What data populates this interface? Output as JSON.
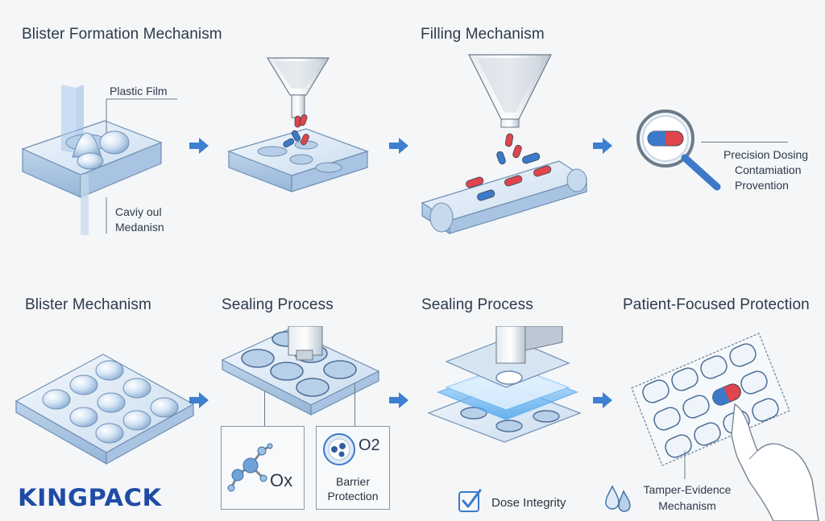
{
  "sections": {
    "blister_formation": {
      "title": "Blister Formation Mechanism",
      "plastic_film": "Plastic Film",
      "cavity_line1": "Caviy oul",
      "cavity_line2": "Medanisn"
    },
    "filling": {
      "title": "Filling Mechanism",
      "precision_lines": [
        "Precision Dosing",
        "Contamiation",
        "Provention"
      ]
    },
    "blister": {
      "title": "Blister Mechanism"
    },
    "sealing_1": {
      "title": "Sealing Process",
      "ox_label": "Ox",
      "o2_label": "O2",
      "barrier_line1": "Barrier",
      "barrier_line2": "Protection"
    },
    "sealing_2": {
      "title": "Sealing Process",
      "dose_integrity": "Dose Integrity"
    },
    "patient": {
      "title": "Patient-Focused Protection",
      "tamper_line1": "Tamper-Evidence",
      "tamper_line2": "Mechanism"
    }
  },
  "brand": {
    "logo_text": "KINGPACK"
  },
  "colors": {
    "arrow": "#3d7fd0",
    "brand": "#1f4ba6",
    "plastic": "#dbe8f5",
    "plastic_edge": "#6f8fb3",
    "capsule_red": "#e0444c",
    "capsule_blue": "#3c79c9",
    "seal_glow": "#4aa3f0"
  },
  "icons": [
    "arrow-right-icon",
    "magnifier-icon",
    "capsule-icon",
    "molecule-icon",
    "check-icon",
    "drops-icon",
    "hand-icon",
    "hopper-icon",
    "conveyor-icon"
  ]
}
